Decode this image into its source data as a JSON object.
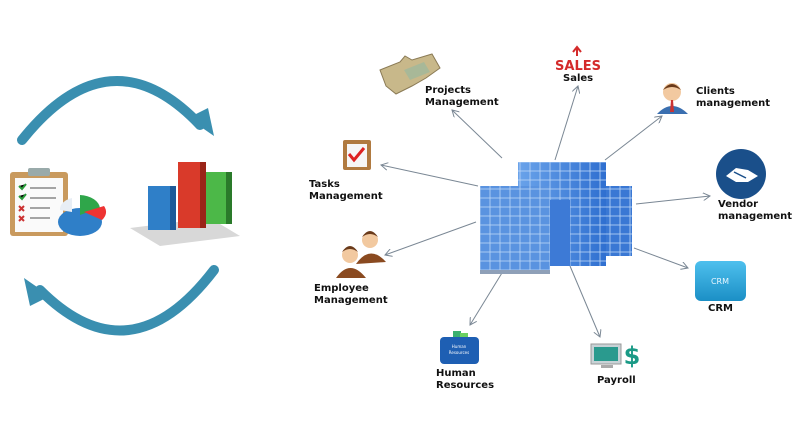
{
  "nodes": {
    "projects": {
      "line1": "Projects",
      "line2": "Management"
    },
    "sales": {
      "label": "Sales",
      "icon_text": "SALES"
    },
    "clients": {
      "line1": "Clients",
      "line2": "management"
    },
    "tasks": {
      "line1": "Tasks",
      "line2": "Management"
    },
    "vendor": {
      "line1": "Vendor",
      "line2": "management"
    },
    "employee": {
      "line1": "Employee",
      "line2": "Management"
    },
    "crm": {
      "label": "CRM",
      "icon_text": "CRM"
    },
    "hr": {
      "line1": "Human",
      "line2": "Resources",
      "icon_line1": "Human",
      "icon_line2": "Resources"
    },
    "payroll": {
      "label": "Payroll",
      "icon_text": "$"
    }
  },
  "colors": {
    "arrow": "#7a8794",
    "cycle": "#3a8fb0",
    "building": "#4a86d8",
    "sales": "#d42a2a",
    "crm": "#2aa0d6",
    "hr": "#1e5fb3",
    "payroll": "#1a9a86"
  }
}
